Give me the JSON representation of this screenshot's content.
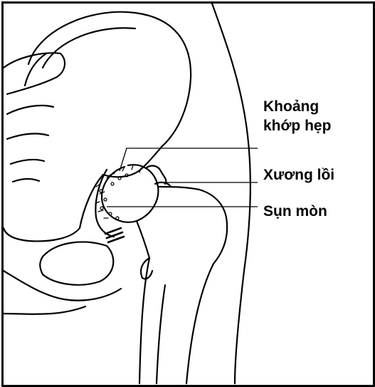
{
  "labels": {
    "narrow_space_line1": "Khoảng",
    "narrow_space_line2": "khớp hẹp",
    "bone_spur": "Xương lồi",
    "worn_cartilage": "Sụn mòn"
  },
  "colors": {
    "ink": "#000000",
    "paper": "#ffffff"
  }
}
